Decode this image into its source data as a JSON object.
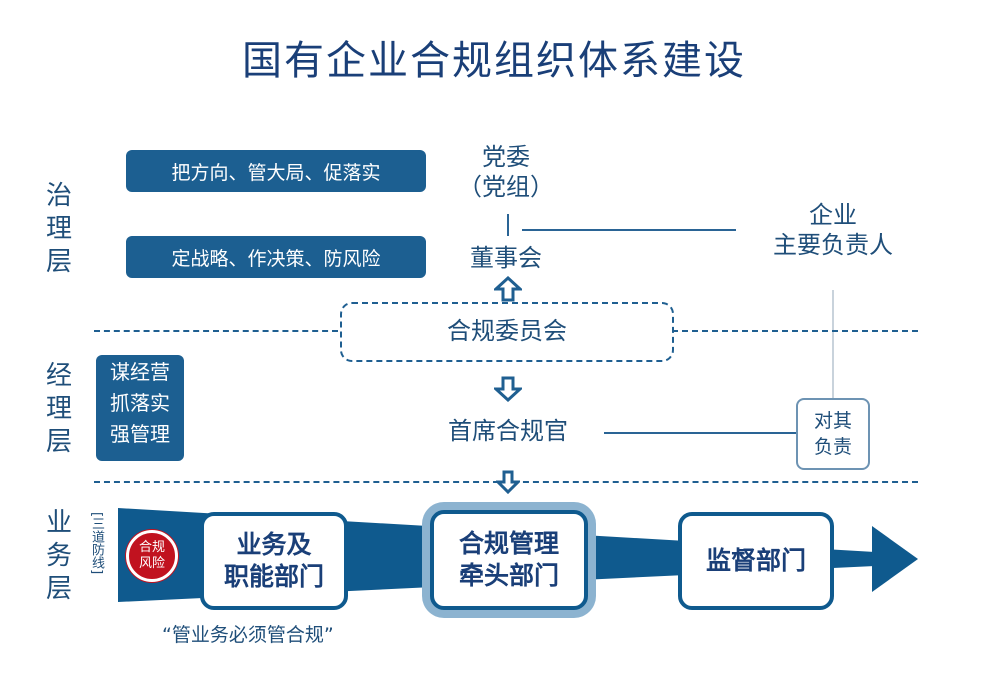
{
  "title": "国有企业合规组织体系建设",
  "layers": {
    "governance": "治理层",
    "management": "经理层",
    "business": "业务层"
  },
  "governance": {
    "pill_1": "把方向、管大局、促落实",
    "pill_2": "定战略、作决策、防风险",
    "party_line1": "党委",
    "party_line2": "（党组）",
    "board": "董事会",
    "leader_line1": "企业",
    "leader_line2": "主要负责人"
  },
  "committee": "合规委员会",
  "management": {
    "duties": [
      "谋经营",
      "抓落实",
      "强管理"
    ],
    "cco": "首席合规官",
    "responsible_line1": "对其",
    "responsible_line2": "负责"
  },
  "business": {
    "three_lines": "[三道防线]",
    "risk_badge_line1": "合规",
    "risk_badge_line2": "风险",
    "dept_1_line1": "业务及",
    "dept_1_line2": "职能部门",
    "dept_2_line1": "合规管理",
    "dept_2_line2": "牵头部门",
    "dept_3": "监督部门",
    "quote": "“管业务必须管合规”"
  },
  "colors": {
    "primary": "#1c5f91",
    "title": "#1a3f78",
    "highlight_glow": "#8cb3d0",
    "risk_red": "#c1121f"
  },
  "icons": {
    "arrow_up": "outline-arrow-up-icon",
    "arrow_down": "outline-arrow-down-icon",
    "flow_arrow": "wedge-arrow-right-icon"
  }
}
